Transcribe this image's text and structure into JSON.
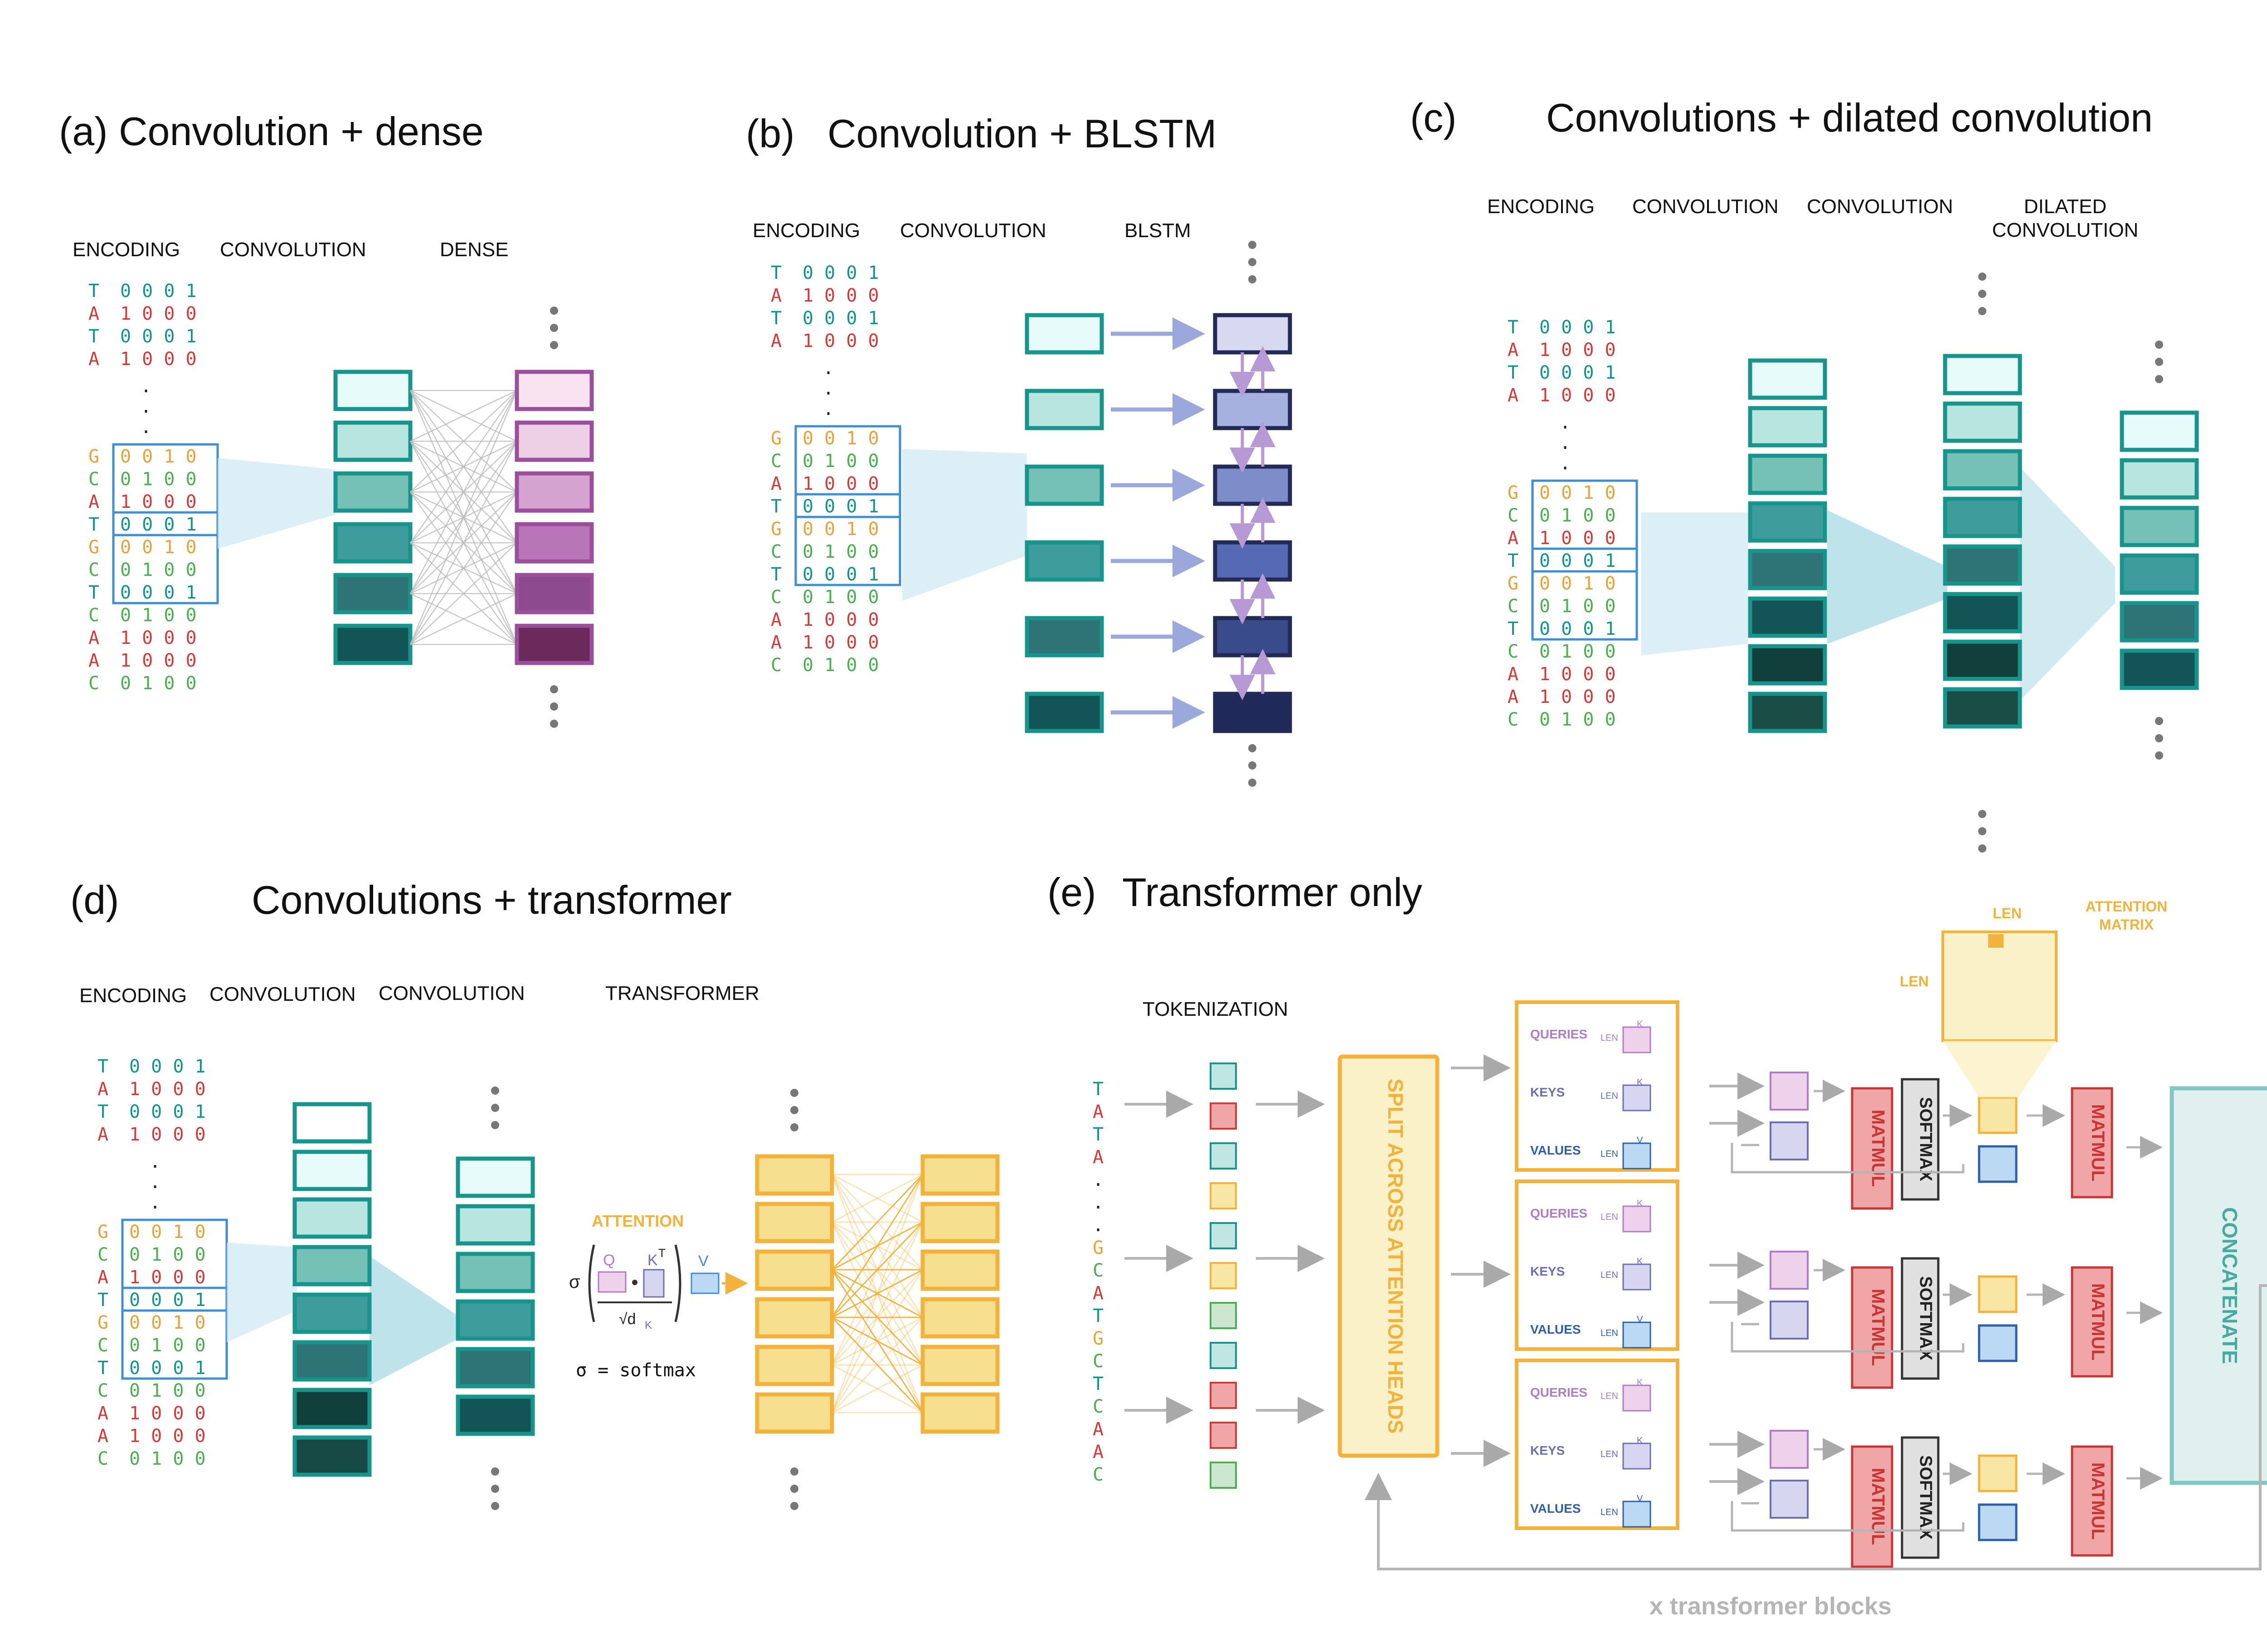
{
  "panels": {
    "a": {
      "title": "(a) Convolution + dense",
      "labels": [
        "ENCODING",
        "CONVOLUTION",
        "DENSE"
      ]
    },
    "b": {
      "title_prefix": "(b)",
      "title": "Convolution + BLSTM",
      "labels": [
        "ENCODING",
        "CONVOLUTION",
        "BLSTM"
      ]
    },
    "c": {
      "title_prefix": "(c)",
      "title": "Convolutions + dilated convolution",
      "labels": [
        "ENCODING",
        "CONVOLUTION",
        "CONVOLUTION",
        "DILATED",
        "CONVOLUTION"
      ]
    },
    "d": {
      "title_prefix": "(d)",
      "title": "Convolutions + transformer",
      "labels": [
        "ENCODING",
        "CONVOLUTION",
        "CONVOLUTION",
        "TRANSFORMER"
      ],
      "attention_label": "ATTENTION",
      "formula": {
        "sigma": "σ",
        "q": "Q",
        "k": "K",
        "t": "T",
        "v": "V",
        "denom": "√d",
        "sub": "K"
      },
      "softmax_note": "σ = softmax"
    },
    "e": {
      "title_prefix": "(e)",
      "title": "Transformer only",
      "tokenization": "TOKENIZATION",
      "split": "SPLIT ACROSS ATTENTION HEADS",
      "queries": "QUERIES",
      "keys": "KEYS",
      "values": "VALUES",
      "len": "LEN",
      "k": "K",
      "v": "V",
      "matmul": "MATMUL",
      "softmax": "SOFTMAX",
      "concatenate": "CONCATENATE",
      "attention_matrix": [
        "ATTENTION",
        "MATRIX"
      ],
      "footer": "x transformer blocks",
      "token_seq": [
        "T",
        "A",
        "T",
        "A",
        ".",
        ".",
        ".",
        "G",
        "C",
        "A",
        "T",
        "G",
        "C",
        "T",
        "C",
        "A",
        "A",
        "C"
      ]
    }
  },
  "encoding": {
    "top": [
      {
        "base": "T",
        "code": "0 0 0 1"
      },
      {
        "base": "A",
        "code": "1 0 0 0"
      },
      {
        "base": "T",
        "code": "0 0 0 1"
      },
      {
        "base": "A",
        "code": "1 0 0 0"
      }
    ],
    "bottom": [
      {
        "base": "G",
        "code": "0 0 1 0"
      },
      {
        "base": "C",
        "code": "0 1 0 0"
      },
      {
        "base": "A",
        "code": "1 0 0 0"
      },
      {
        "base": "T",
        "code": "0 0 0 1"
      },
      {
        "base": "G",
        "code": "0 0 1 0"
      },
      {
        "base": "C",
        "code": "0 1 0 0"
      },
      {
        "base": "T",
        "code": "0 0 0 1"
      },
      {
        "base": "C",
        "code": "0 1 0 0"
      },
      {
        "base": "A",
        "code": "1 0 0 0"
      },
      {
        "base": "A",
        "code": "1 0 0 0"
      },
      {
        "base": "C",
        "code": "0 1 0 0"
      }
    ]
  },
  "colors": {
    "T": "#12958c",
    "A": "#d33a3a",
    "G": "#e8a23a",
    "C": "#4caf50",
    "window": "#3d8fd1",
    "conv": [
      "#e6fbfa",
      "#b9e5e0",
      "#76c1b6",
      "#3f9c9c",
      "#2e7375",
      "#135556",
      "#103f3c"
    ],
    "dense": [
      "#f9e3f0",
      "#edcfe6",
      "#d5a3cf",
      "#b876b8",
      "#8d4a8e",
      "#6b2a5b"
    ],
    "blstm": [
      "#d6d9f0",
      "#a7b1df",
      "#7d8dca",
      "#5569b4",
      "#3a4b8c",
      "#1f2a5a"
    ],
    "transformer": "#f6df8f",
    "accent": "#f2b33d",
    "arrow": "#9aa8dc",
    "blstm_arrow": "#b79ad5"
  }
}
